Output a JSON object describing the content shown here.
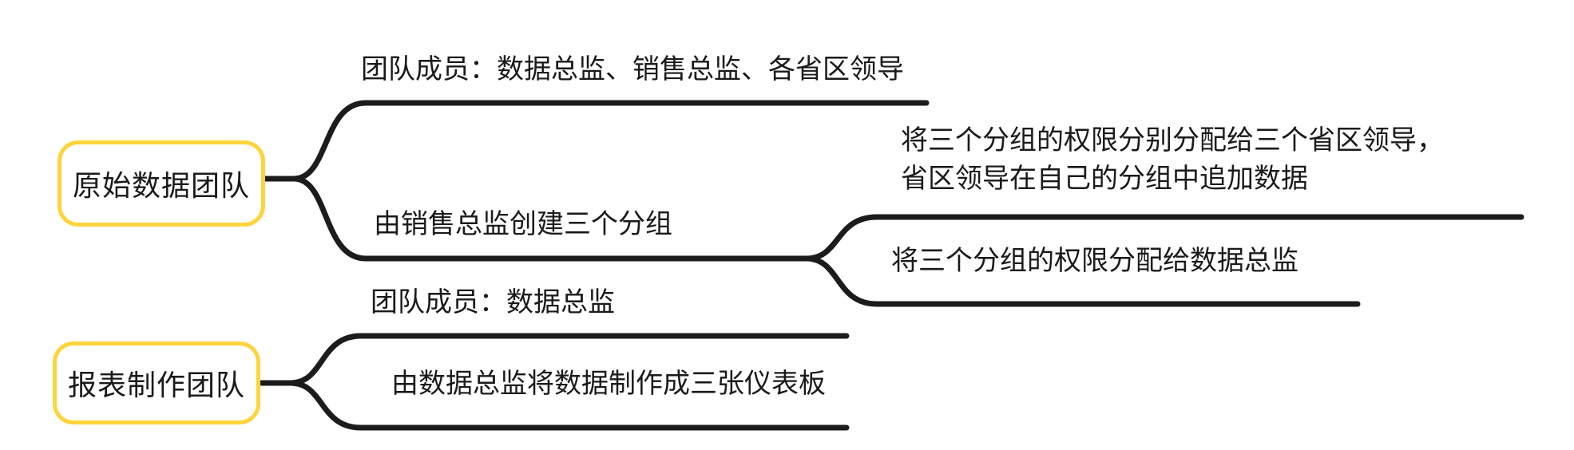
{
  "mindmap": {
    "colors": {
      "node_border": "#ffd43b",
      "connector": "#1c1c1c",
      "text": "#1a1a1a",
      "background": "#ffffff"
    },
    "original_team": {
      "label": "原始数据团队",
      "members": "团队成员：数据总监、销售总监、各省区领导",
      "groups": "由销售总监创建三个分组",
      "assign_leaders_line1": "将三个分组的权限分别分配给三个省区领导，",
      "assign_leaders_line2": "省区领导在自己的分组中追加数据",
      "assign_director": "将三个分组的权限分配给数据总监"
    },
    "report_team": {
      "label": "报表制作团队",
      "members": "团队成员：数据总监",
      "dashboards": "由数据总监将数据制作成三张仪表板"
    }
  }
}
